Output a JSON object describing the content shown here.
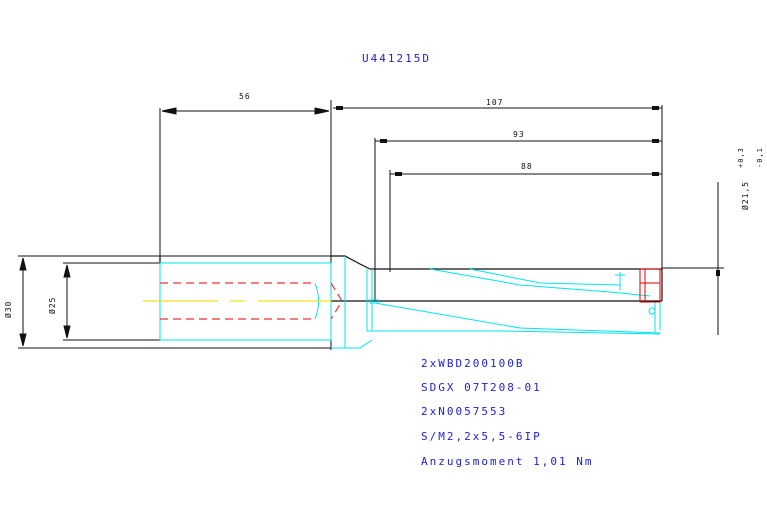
{
  "drawing": {
    "title": "U441215D",
    "dimensions": {
      "shank_length": "56",
      "overall_length": "107",
      "length_93": "93",
      "length_88": "88",
      "shank_diameter": "Ø30",
      "neck_diameter": "Ø25",
      "drill_diameter": "Ø21,5",
      "drill_tol_upper": "+0,3",
      "drill_tol_lower": "-0,1"
    },
    "notes": [
      "2xWBD200100B",
      "SDGX 07T208-01",
      "2xN0057553",
      "S/M2,2x5,5-6IP",
      "Anzugsmoment 1,01 Nm"
    ],
    "colors": {
      "outline": "#111111",
      "hidden_geometry": "#00e5ee",
      "coolant_bore": "#ee3333",
      "centerline": "#f0e020",
      "text": "#2222cc",
      "insert": "#dd0000"
    }
  }
}
